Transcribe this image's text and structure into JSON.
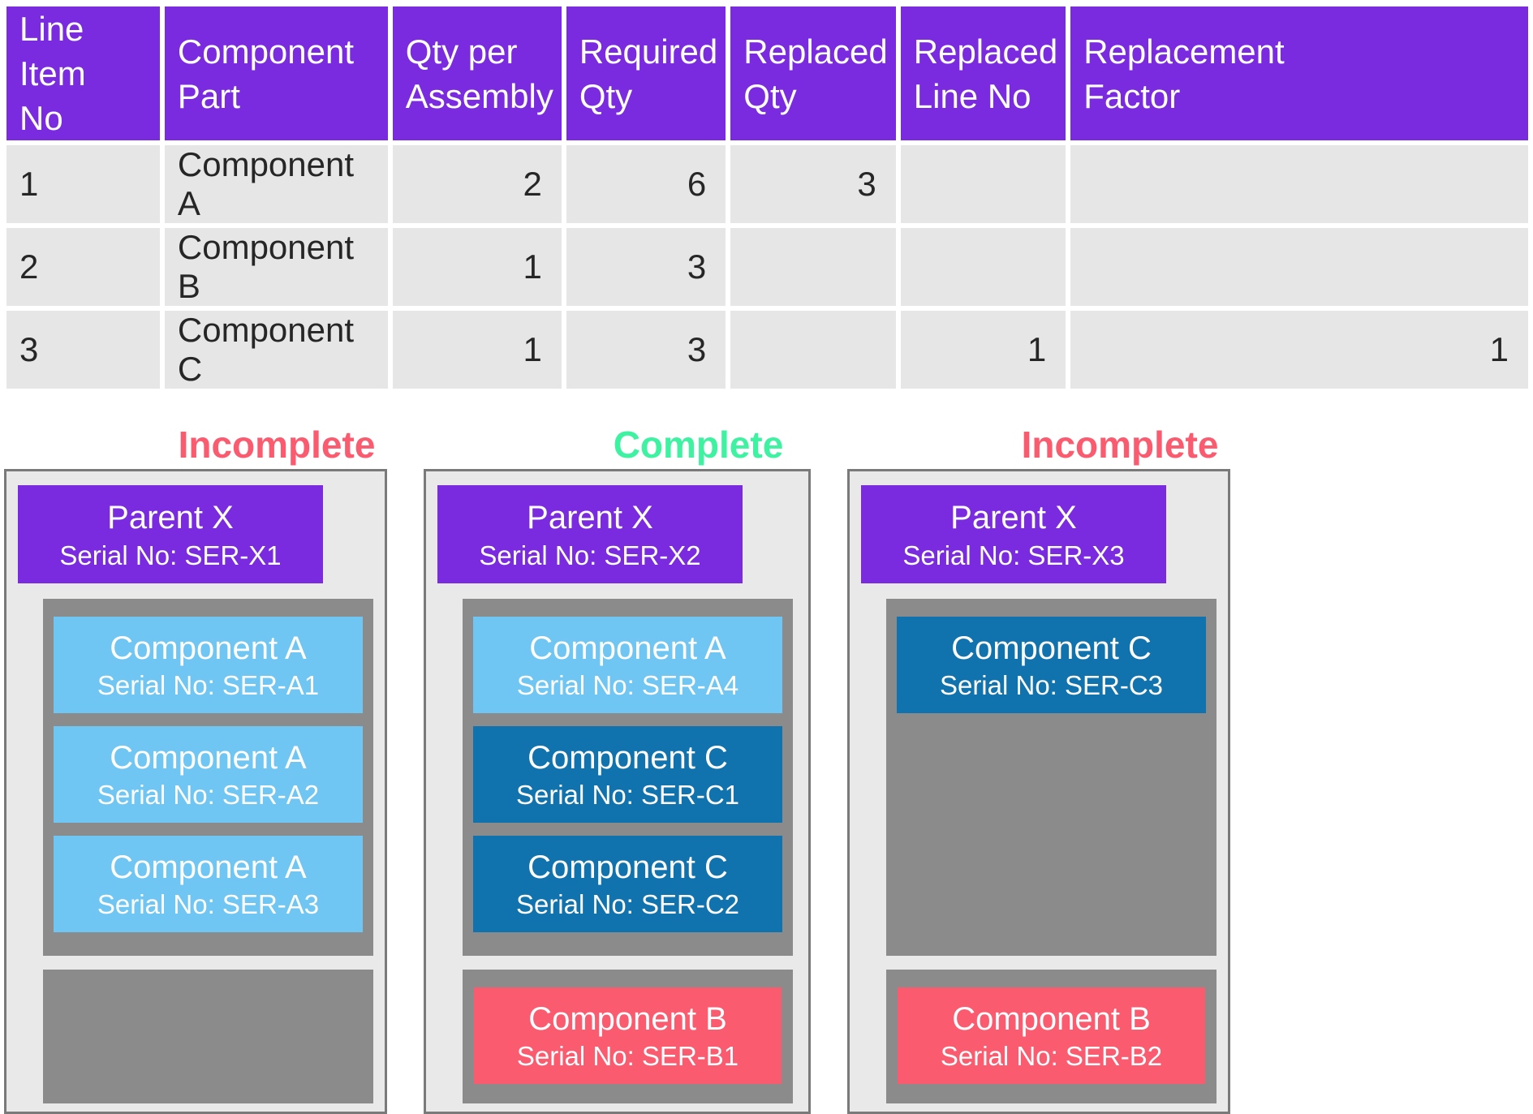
{
  "table": {
    "columns": [
      "Line Item\nNo",
      "Component\nPart",
      "Qty per\nAssembly",
      "Required\nQty",
      "Replaced\nQty",
      "Replaced\nLine No",
      "Replacement\nFactor"
    ],
    "rows": [
      [
        "1",
        "Component A",
        "2",
        "6",
        "3",
        "",
        ""
      ],
      [
        "2",
        "Component B",
        "1",
        "3",
        "",
        "",
        ""
      ],
      [
        "3",
        "Component C",
        "1",
        "3",
        "",
        "1",
        "1"
      ]
    ]
  },
  "assemblies": [
    {
      "status": "Incomplete",
      "status_color": "#FB5B6F",
      "parent": {
        "name": "Parent X",
        "serial": "Serial No: SER-X1"
      },
      "main_slot": [
        {
          "name": "Component A",
          "serial": "Serial No: SER-A1"
        },
        {
          "name": "Component A",
          "serial": "Serial No: SER-A2"
        },
        {
          "name": "Component A",
          "serial": "Serial No: SER-A3"
        }
      ],
      "bottom_slot": []
    },
    {
      "status": "Complete",
      "status_color": "#3DF2A0",
      "parent": {
        "name": "Parent X",
        "serial": "Serial No: SER-X2"
      },
      "main_slot": [
        {
          "name": "Component A",
          "serial": "Serial No: SER-A4"
        },
        {
          "name": "Component C",
          "serial": "Serial No: SER-C1"
        },
        {
          "name": "Component C",
          "serial": "Serial No: SER-C2"
        }
      ],
      "bottom_slot": [
        {
          "name": "Component B",
          "serial": "Serial No: SER-B1"
        }
      ]
    },
    {
      "status": "Incomplete",
      "status_color": "#FB5B6F",
      "parent": {
        "name": "Parent X",
        "serial": "Serial No: SER-X3"
      },
      "main_slot": [
        {
          "name": "Component C",
          "serial": "Serial No: SER-C3"
        }
      ],
      "bottom_slot": [
        {
          "name": "Component B",
          "serial": "Serial No: SER-B2"
        }
      ]
    }
  ],
  "colors": {
    "header_purple": "#7B2BDF",
    "row_gray": "#E6E6E6",
    "panel_gray": "#E9E9E9",
    "slot_gray": "#8B8B8B",
    "component_a_blue": "#70C6F2",
    "component_b_pink": "#FB5B6F",
    "component_c_blue": "#1173AE",
    "complete_green": "#3DF2A0",
    "incomplete_pink": "#FB5B6F"
  }
}
